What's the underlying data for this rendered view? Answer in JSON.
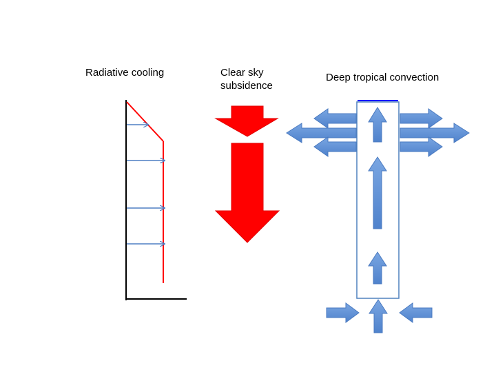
{
  "labels": {
    "radiative_cooling": "Radiative cooling",
    "clear_sky_line1": "Clear sky",
    "clear_sky_line2": "subsidence",
    "deep_convection": "Deep tropical convection"
  },
  "colors": {
    "red": "#ff0000",
    "blue_arrow_fill": "#5b8fd6",
    "blue_arrow_stroke": "#4a7ac0",
    "thin_arrow": "#4f7fc4",
    "column_outline": "#4f81bd",
    "tropopause": "#0000ff",
    "axis": "#000000"
  }
}
